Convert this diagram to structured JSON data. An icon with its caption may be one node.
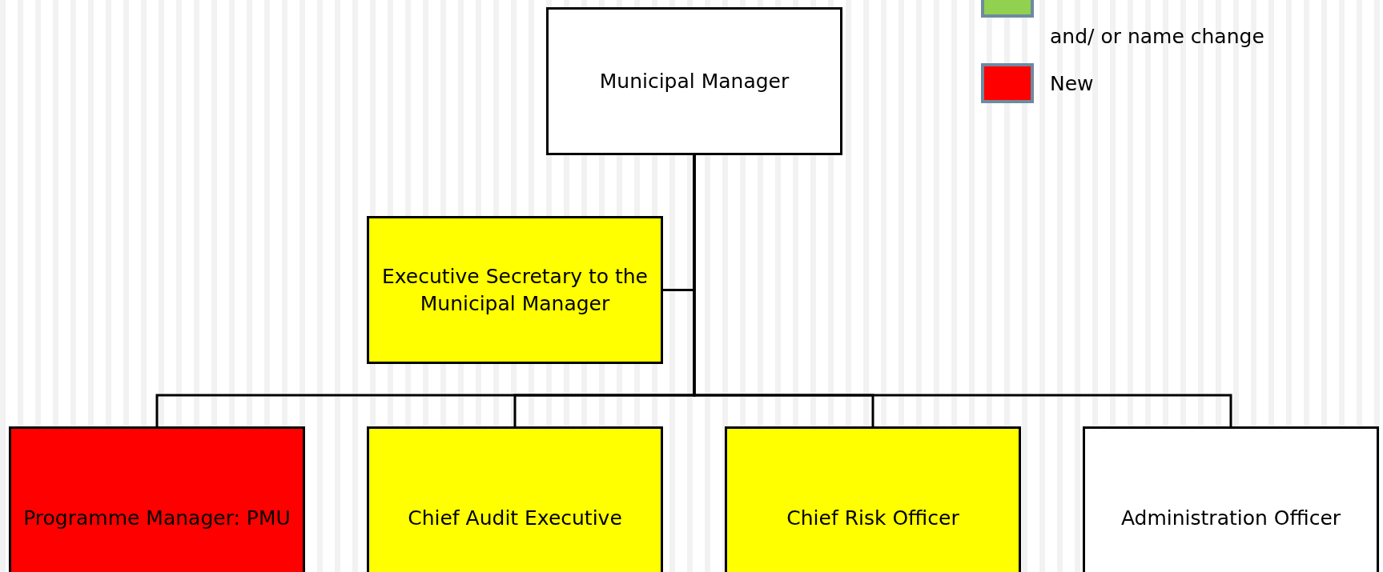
{
  "diagram": {
    "nodes": [
      {
        "text": [
          "Municipal Manager"
        ]
      },
      {
        "text": [
          "Executive Secretary to the Municipal Manager"
        ]
      },
      {
        "text": [
          "Programme Manager: PMU"
        ]
      },
      {
        "text": [
          "Chief Audit Executive"
        ]
      },
      {
        "text": [
          "Chief Risk Officer"
        ]
      },
      {
        "text": [
          "Administration Officer"
        ]
      }
    ],
    "edges": [
      {
        "from": 0,
        "to": 1,
        "arrow": "none"
      },
      {
        "from": 0,
        "to": 2,
        "arrow": "none"
      },
      {
        "from": 0,
        "to": 3,
        "arrow": "none"
      },
      {
        "from": 0,
        "to": 4,
        "arrow": "none"
      },
      {
        "from": 0,
        "to": 5,
        "arrow": "none"
      }
    ],
    "legend": [
      {
        "text": "and/ or name change",
        "color": "#92d050"
      },
      {
        "text": "New",
        "color": "#ff0000"
      }
    ]
  }
}
